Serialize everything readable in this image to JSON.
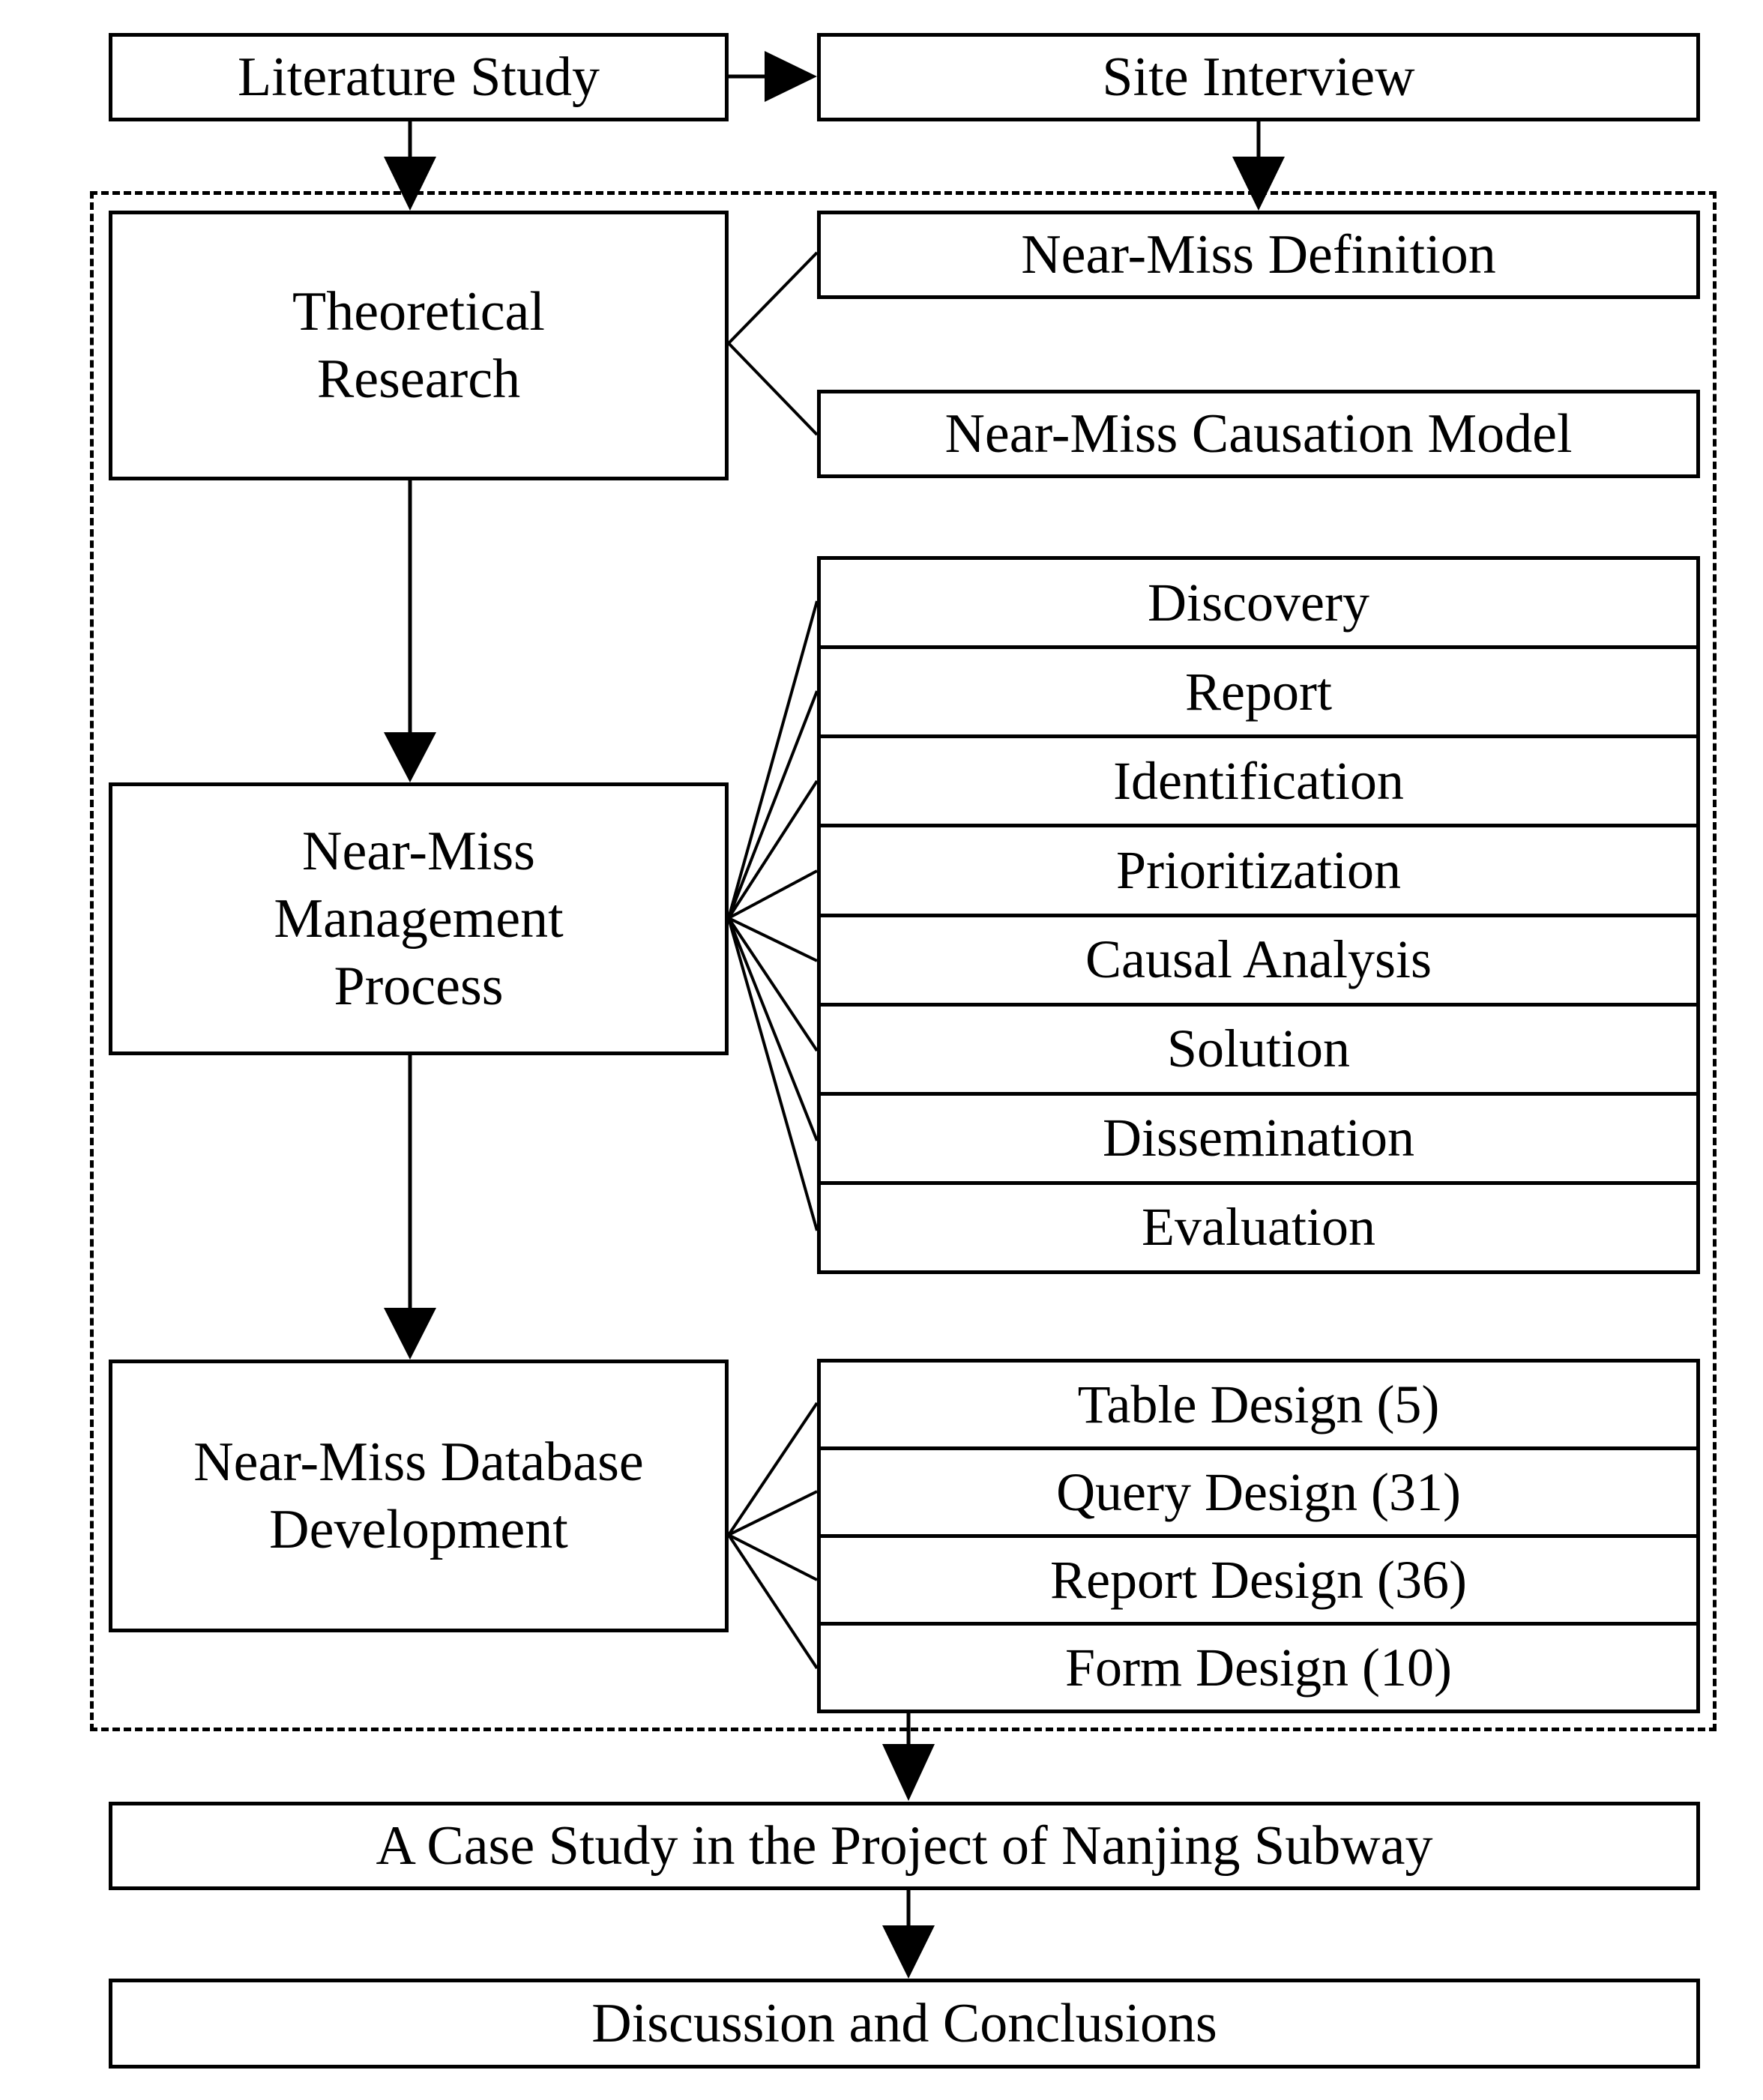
{
  "figure": {
    "title": "Research framework flowchart",
    "accent_color": "#000000",
    "background_color": "#ffffff"
  },
  "nodes": {
    "literature_study": "Literature Study",
    "site_interview": "Site Interview",
    "theoretical_research": "Theoretical\nResearch",
    "near_miss_definition": "Near-Miss Definition",
    "near_miss_causation_model": "Near-Miss Causation Model",
    "management_process": "Near-Miss\nManagement\nProcess",
    "database_development": "Near-Miss Database\nDevelopment",
    "case_study": "A Case Study in the Project of Nanjing Subway",
    "discussion_conclusions": "Discussion and Conclusions"
  },
  "process_steps": [
    "Discovery",
    "Report",
    "Identification",
    "Prioritization",
    "Causal Analysis",
    "Solution",
    "Dissemination",
    "Evaluation"
  ],
  "database_items": [
    "Table Design (5)",
    "Query Design (31)",
    "Report Design (36)",
    "Form Design (10)"
  ]
}
